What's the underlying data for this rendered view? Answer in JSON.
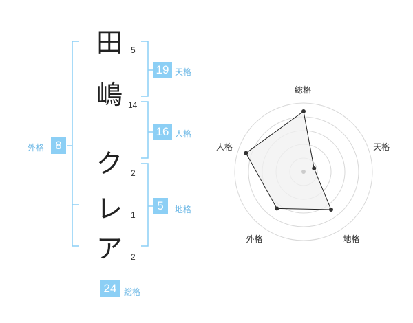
{
  "name_chars": [
    {
      "char": "田",
      "strokes": "5"
    },
    {
      "char": "嶋",
      "strokes": "14"
    },
    {
      "char": "ク",
      "strokes": "2"
    },
    {
      "char": "レ",
      "strokes": "1"
    },
    {
      "char": "ア",
      "strokes": "2"
    }
  ],
  "kakusu": {
    "tenkaku": {
      "value": "19",
      "label": "天格"
    },
    "jinkaku": {
      "value": "16",
      "label": "人格"
    },
    "chikaku": {
      "value": "5",
      "label": "地格"
    },
    "gaikaku": {
      "value": "8",
      "label": "外格"
    },
    "soukaku": {
      "value": "24",
      "label": "総格"
    }
  },
  "chart_data": {
    "type": "radar",
    "axes": [
      "総格",
      "天格",
      "地格",
      "外格",
      "人格"
    ],
    "values": [
      0.88,
      0.16,
      0.68,
      0.66,
      0.88
    ],
    "range": [
      0,
      1
    ],
    "rings": 5,
    "colors": {
      "accent": "#8ccff5",
      "fill": "#f0f0f0",
      "line": "#222222",
      "ring": "#d8d8d8"
    }
  }
}
